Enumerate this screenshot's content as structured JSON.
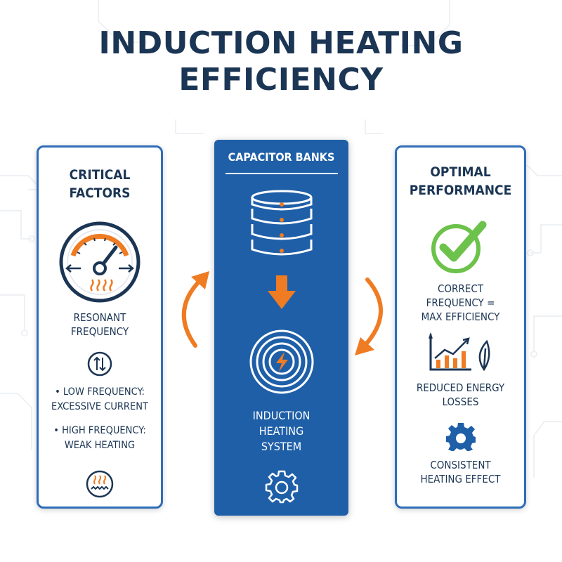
{
  "title_lines": [
    "INDUCTION HEATING",
    "EFFICIENCY"
  ],
  "left_panel": {
    "heading_lines": [
      "CRITICAL",
      "FACTORS"
    ],
    "label_lines": [
      "RESONANT",
      "FREQUENCY"
    ],
    "bullets": [
      {
        "lines": [
          "• LOW FREQUENCY:",
          "EXCESSIVE CURRENT"
        ]
      },
      {
        "lines": [
          "• HIGH FREQUENCY:",
          "WEAK HEATING"
        ]
      }
    ]
  },
  "center_panel": {
    "heading": "CAPACITOR BANKS",
    "label_lines": [
      "INDUCTION",
      "HEATING",
      "SYSTEM"
    ]
  },
  "right_panel": {
    "heading_lines": [
      "OPTIMAL",
      "PERFORMANCE"
    ],
    "item1_lines": [
      "CORRECT",
      "FREQUENCY =",
      "MAX EFFICIENCY"
    ],
    "item2_lines": [
      "REDUCED ENERGY",
      "LOSSES"
    ],
    "item3_lines": [
      "CONSISTENT",
      "HEATING EFFECT"
    ]
  },
  "colors": {
    "navy": "#1b3554",
    "blue": "#1f5fa8",
    "border_blue": "#2f6db8",
    "orange": "#ef7b22",
    "green": "#6cc24a"
  },
  "icons": [
    "gauge-icon",
    "up-down-arrows-icon",
    "heat-waves-icon",
    "capacitor-stack-icon",
    "down-arrow-icon",
    "induction-coil-icon",
    "gear-icon",
    "checkmark-icon",
    "rising-chart-icon",
    "leaf-icon",
    "cycle-arrow-left-icon",
    "cycle-arrow-right-icon"
  ]
}
